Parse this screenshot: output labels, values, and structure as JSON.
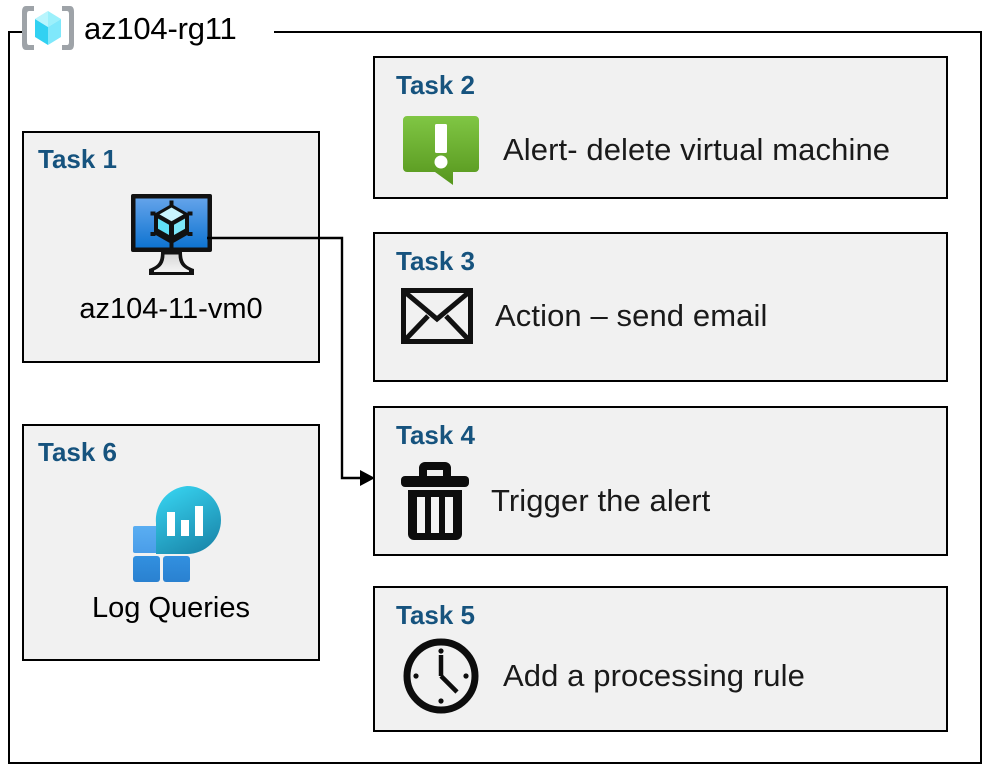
{
  "resource_group": {
    "title": "az104-rg11",
    "icon": "azure-resource-group-cube-icon"
  },
  "colors": {
    "task_label": "#16537e",
    "card_background": "#f1f1f1",
    "card_border": "#000000",
    "alert_green_light": "#7ec242",
    "alert_green_dark": "#5a991f",
    "vm_blue_light": "#5b9be8",
    "vm_blue_dark": "#0f74d1",
    "log_tile_light": "#50a7f0",
    "log_tile_dark": "#2b88d8",
    "log_circle_light": "#32c8e8",
    "log_circle_dark": "#1b8fb0"
  },
  "tasks": [
    {
      "id": "task1",
      "label": "Task 1",
      "caption": "az104-11-vm0",
      "icon": "virtual-machine-icon",
      "column": "left"
    },
    {
      "id": "task2",
      "label": "Task 2",
      "text": "Alert- delete virtual machine",
      "icon": "alert-bubble-icon",
      "column": "right"
    },
    {
      "id": "task3",
      "label": "Task 3",
      "text": "Action – send email",
      "icon": "envelope-icon",
      "column": "right"
    },
    {
      "id": "task4",
      "label": "Task 4",
      "text": "Trigger the alert",
      "icon": "trash-can-icon",
      "column": "right"
    },
    {
      "id": "task5",
      "label": "Task 5",
      "text": "Add a processing rule",
      "icon": "clock-icon",
      "column": "right"
    },
    {
      "id": "task6",
      "label": "Task 6",
      "caption": "Log Queries",
      "icon": "log-analytics-icon",
      "column": "left"
    }
  ],
  "connector": {
    "from": "task1-vm-icon",
    "to": "task4-card",
    "arrow": "arrowhead-right"
  }
}
